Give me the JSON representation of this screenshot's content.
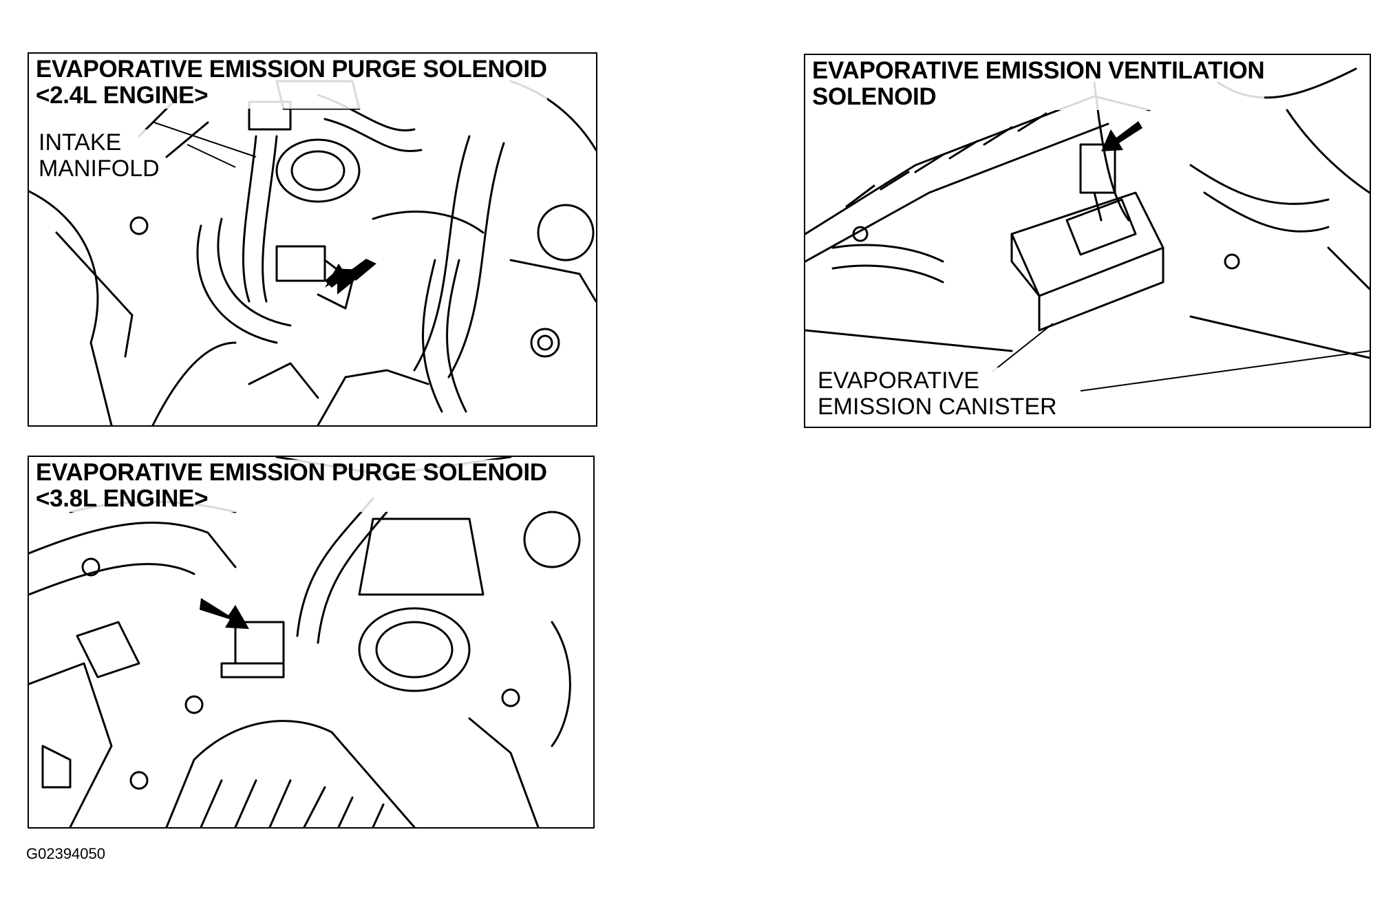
{
  "panels": {
    "purge_24": {
      "title_line1": "EVAPORATIVE EMISSION PURGE SOLENOID",
      "title_line2": "<2.4L ENGINE>",
      "callout_line1": "INTAKE",
      "callout_line2": "MANIFOLD"
    },
    "purge_38": {
      "title_line1": "EVAPORATIVE EMISSION PURGE SOLENOID",
      "title_line2": "<3.8L ENGINE>"
    },
    "vent": {
      "title_line1": "EVAPORATIVE EMISSION VENTILATION",
      "title_line2": "SOLENOID",
      "callout_line1": "EVAPORATIVE",
      "callout_line2": "EMISSION CANISTER"
    }
  },
  "figure_id": "G02394050",
  "colors": {
    "line": "#000000",
    "background": "#ffffff"
  }
}
